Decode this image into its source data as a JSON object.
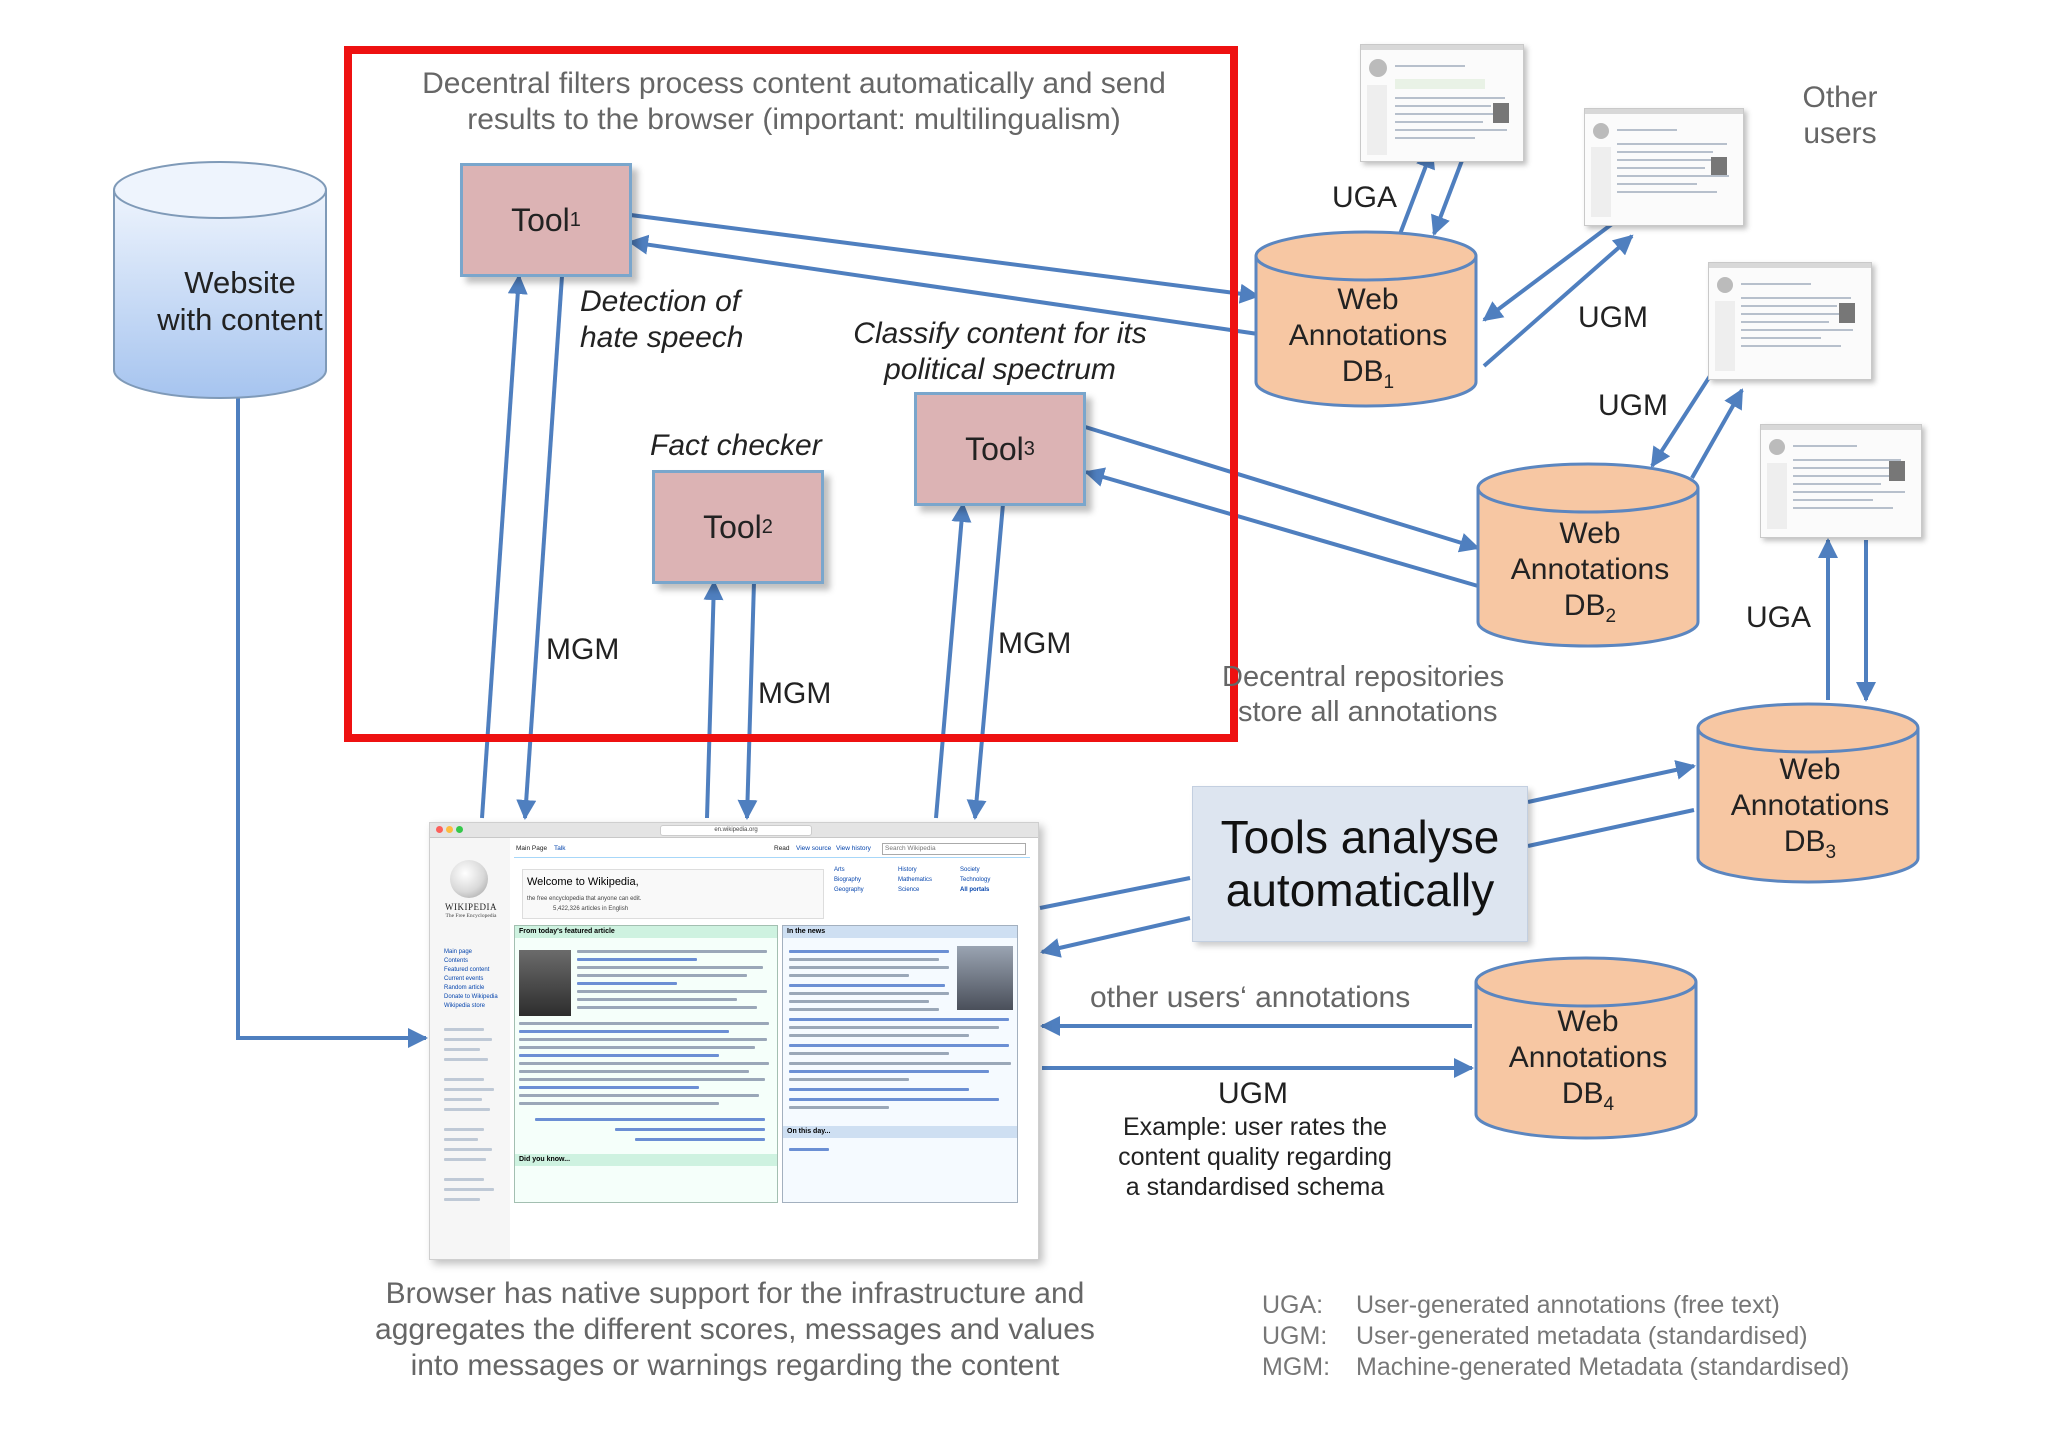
{
  "top_note": {
    "line1": "Decentral filters process content automatically and send",
    "line2": "results to the browser (important: multilingualism)"
  },
  "website_db": {
    "line1": "Website",
    "line2": "with content"
  },
  "tools": [
    {
      "label": "Tool",
      "subscript": "1"
    },
    {
      "label": "Tool",
      "subscript": "2"
    },
    {
      "label": "Tool",
      "subscript": "3"
    }
  ],
  "tool_captions": {
    "tool1_line1": "Detection of",
    "tool1_line2": "hate speech",
    "tool2": "Fact checker",
    "tool3_line1": "Classify content for its",
    "tool3_line2": "political spectrum"
  },
  "db_labels": [
    {
      "line1": "Web",
      "line2": "Annotations",
      "line3": "DB",
      "subscript": "1"
    },
    {
      "line1": "Web",
      "line2": "Annotations",
      "line3": "DB",
      "subscript": "2"
    },
    {
      "line1": "Web",
      "line2": "Annotations",
      "line3": "DB",
      "subscript": "3"
    },
    {
      "line1": "Web",
      "line2": "Annotations",
      "line3": "DB",
      "subscript": "4"
    }
  ],
  "edge_labels": {
    "mgm_1": "MGM",
    "mgm_2": "MGM",
    "mgm_3": "MGM",
    "uga_1": "UGA",
    "uga_2": "UGA",
    "ugm_1": "UGM",
    "ugm_2": "UGM",
    "ugm_3": "UGM"
  },
  "other_users": {
    "line1": "Other",
    "line2": "users"
  },
  "repos_note": {
    "line1": "Decentral repositories",
    "line2": "store all annotations"
  },
  "analyse_box": {
    "line1": "Tools analyse",
    "line2": "automatically"
  },
  "other_annotations": "other users‘ annotations",
  "example_note": {
    "line1": "Example: user rates the",
    "line2": "content quality regarding",
    "line3": "a standardised schema"
  },
  "browser_note": {
    "line1": "Browser has native support for the infrastructure and",
    "line2": "aggregates the different scores, messages and values",
    "line3": "into messages or warnings regarding the content"
  },
  "legend": [
    {
      "key": "UGA:",
      "value": "User-generated annotations (free text)"
    },
    {
      "key": "UGM:",
      "value": "User-generated metadata (standardised)"
    },
    {
      "key": "MGM:",
      "value": "Machine-generated Metadata (standardised)"
    }
  ],
  "browser": {
    "url": "en.wikipedia.org",
    "wordmark": "WIKIPEDIA",
    "tagline": "The Free Encyclopedia",
    "tab_main": "Main Page",
    "tab_talk": "Talk",
    "tab_read": "Read",
    "tab_view_source": "View source",
    "tab_view_history": "View history",
    "search_placeholder": "Search Wikipedia",
    "welcome": "Welcome to Wikipedia,",
    "welcome_sub": "the free encyclopedia that anyone can edit.",
    "article_count": "5,422,326 articles in English",
    "featured_header": "From today's featured article",
    "news_header": "In the news",
    "dyk_header": "Did you know...",
    "onthisday_header": "On this day...",
    "nav_items": [
      "Main page",
      "Contents",
      "Featured content",
      "Current events",
      "Random article",
      "Donate to Wikipedia",
      "Wikipedia store"
    ],
    "portals": [
      "Arts",
      "Biography",
      "Geography",
      "History",
      "Mathematics",
      "Science",
      "Society",
      "Technology",
      "All portals"
    ]
  },
  "colors": {
    "red_frame": "#ee1111",
    "tool_fill": "#dcb3b4",
    "db_orange": "#f7c7a3",
    "db_blue": "#a9c6f0",
    "arrow": "#4f7fbf",
    "analyse_fill": "#dde5f0"
  }
}
